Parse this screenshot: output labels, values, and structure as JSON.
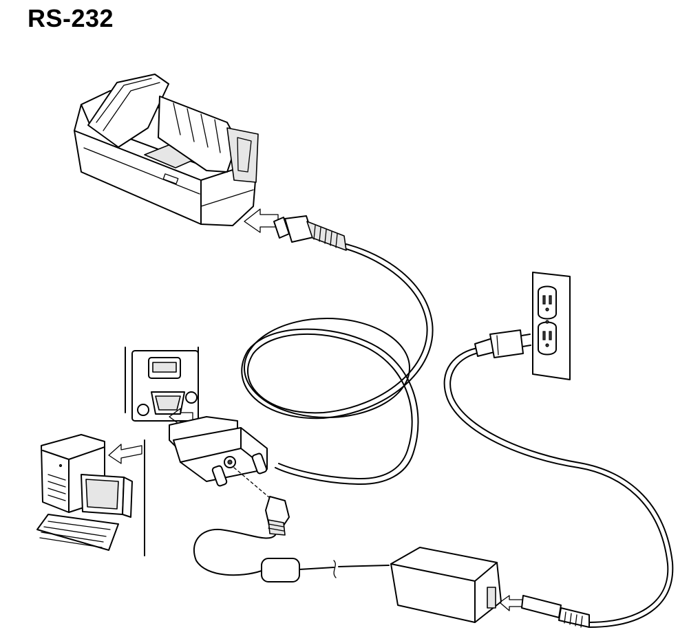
{
  "title": "RS-232",
  "colors": {
    "text": "#000000",
    "stroke": "#000000",
    "shade": "#e6e6e6",
    "arrow_fill": "#ffffff",
    "background": "#ffffff"
  },
  "components": [
    "cradle-with-scanner",
    "interface-cable",
    "rs232-db9-connector",
    "host-computer",
    "wall-outlet",
    "power-supply",
    "ac-line-cord"
  ]
}
